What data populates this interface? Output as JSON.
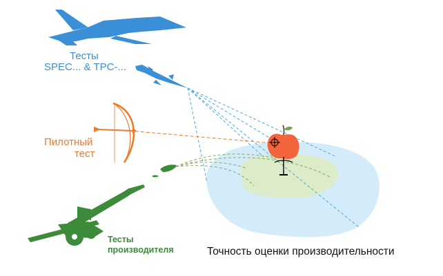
{
  "labels": {
    "spec_tests_line1": "Тесты",
    "spec_tests_line2": "SPEC... & TPC-...",
    "pilot_test_line1": "Пилотный",
    "pilot_test_line2": "тест",
    "vendor_tests_line1": "Тесты",
    "vendor_tests_line2": "производителя",
    "caption": "Точность оценки производительности"
  },
  "colors": {
    "spec_blue": "#3a8fd6",
    "pilot_orange": "#ee7a2e",
    "vendor_green": "#3c8a3a",
    "outer_zone": "#d4ecf9",
    "inner_zone": "#dcebc8",
    "apple_red": "#f2643c"
  },
  "icons": [
    "fighter-jet-icon",
    "missile-icon",
    "bow-and-arrow-icon",
    "artillery-cannon-icon",
    "shell-icon",
    "apple-target-icon",
    "crosshair-icon"
  ]
}
